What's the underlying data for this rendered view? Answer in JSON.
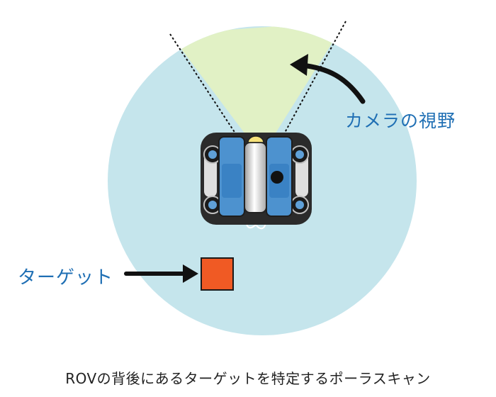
{
  "labels": {
    "camera_fov": "カメラの視野",
    "target": "ターゲット",
    "caption": "ROVの背後にあるターゲットを特定するポーラスキャン"
  },
  "colors": {
    "scan_area": "#c5e5ec",
    "camera_fov_fill": "#e1f1c5",
    "label_blue": "#1f6fb4",
    "caption_text": "#222222",
    "target_fill": "#f05a24",
    "rov_body_blue": "#4d92cf",
    "rov_frame": "#2b2b2b",
    "arrow": "#111111"
  }
}
